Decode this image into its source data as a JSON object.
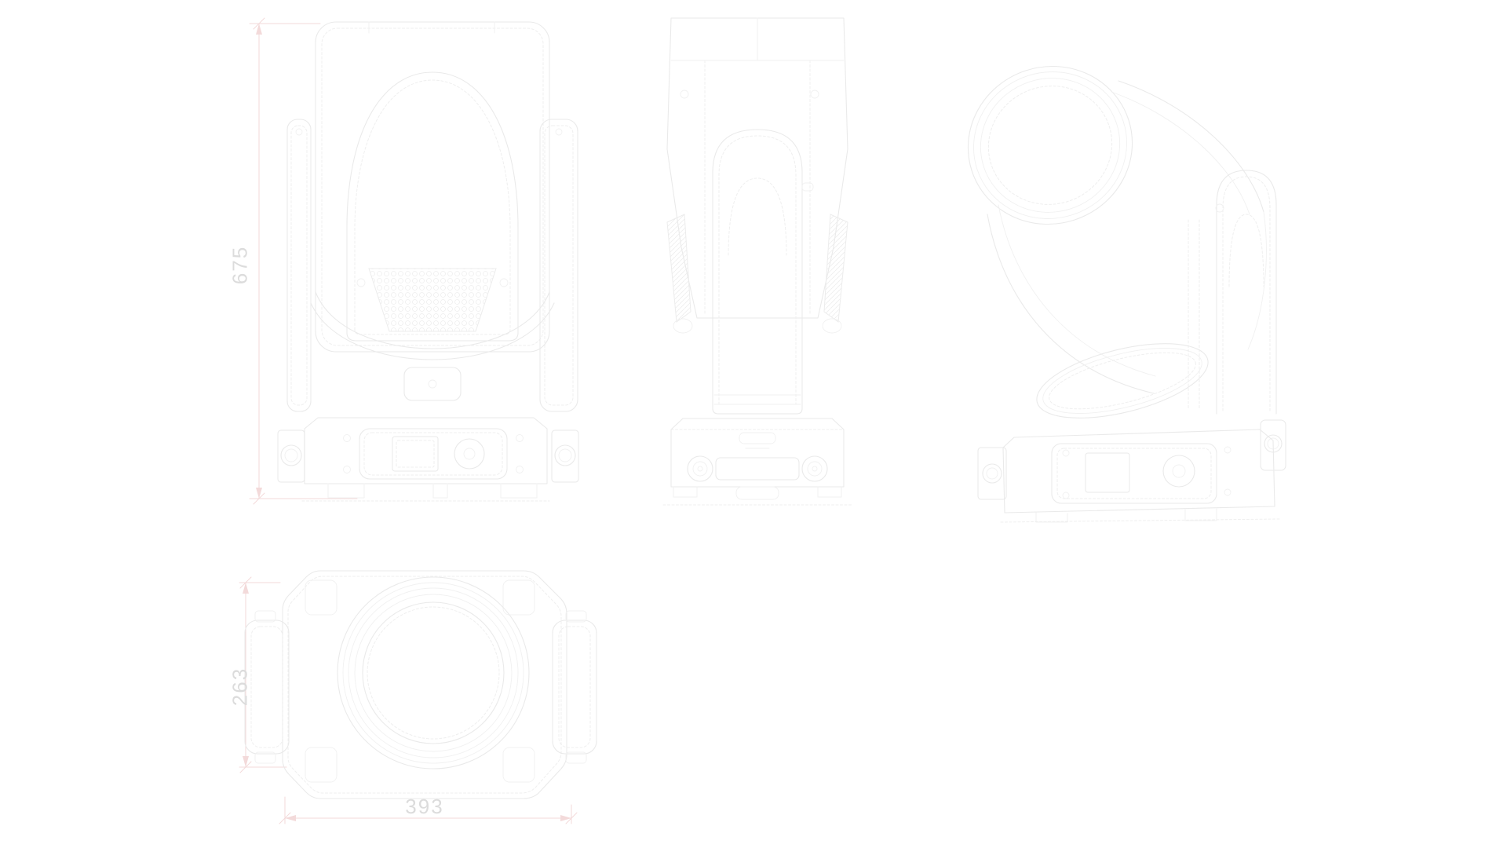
{
  "page": {
    "background_color": "#ffffff"
  },
  "drawing": {
    "line_color": "#eaeaea",
    "dimension_line_color": "#f3dada",
    "dimension_text_color": "#dcdcdc",
    "dimensions": {
      "height": "675",
      "width": "393",
      "depth": "263"
    }
  }
}
